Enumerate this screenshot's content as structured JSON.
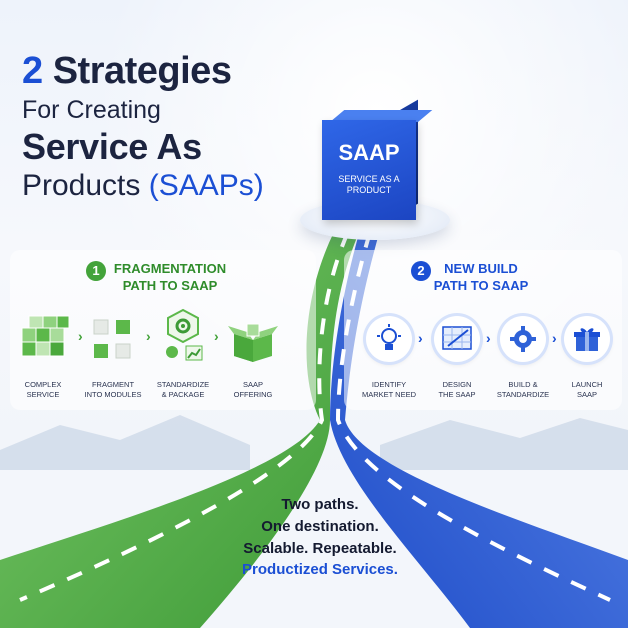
{
  "headline": {
    "line1_number": "2",
    "line1_text": "Strategies",
    "line2": "For Creating",
    "line3": "Service As",
    "line4_text": "Products",
    "line4_accent": "(SAAPs)"
  },
  "product_box": {
    "title": "SAAP",
    "subtitle": "SERVICE AS A PRODUCT"
  },
  "left_path": {
    "number": "1",
    "title_line1": "FRAGMENTATION",
    "title_line2": "PATH TO SAAP",
    "steps": [
      {
        "label_line1": "COMPLEX",
        "label_line2": "SERVICE",
        "icon": "cube-stack-icon"
      },
      {
        "label_line1": "FRAGMENT",
        "label_line2": "INTO MODULES",
        "icon": "modules-icon"
      },
      {
        "label_line1": "STANDARDIZE",
        "label_line2": "& PACKAGE",
        "icon": "gear-hexagon-icon"
      },
      {
        "label_line1": "SAAP",
        "label_line2": "OFFERING",
        "icon": "open-box-icon"
      }
    ]
  },
  "right_path": {
    "number": "2",
    "title_line1": "NEW BUILD",
    "title_line2": "PATH TO SAAP",
    "steps": [
      {
        "label_line1": "IDENTIFY",
        "label_line2": "MARKET NEED",
        "icon": "lightbulb-icon"
      },
      {
        "label_line1": "DESIGN",
        "label_line2": "THE SAAP",
        "icon": "blueprint-icon"
      },
      {
        "label_line1": "BUILD &",
        "label_line2": "STANDARDIZE",
        "icon": "gear-icon"
      },
      {
        "label_line1": "LAUNCH",
        "label_line2": "SAAP",
        "icon": "gift-icon"
      }
    ]
  },
  "tagline": {
    "line1": "Two paths.",
    "line2": "One destination.",
    "line3": "Scalable. Repeatable.",
    "line4": "Productized Services."
  },
  "colors": {
    "brand_blue": "#1b4fd4",
    "brand_green": "#43a33a",
    "road_green": "#5cb84a",
    "road_blue": "#2f62d8",
    "text_dark": "#1c2440"
  }
}
